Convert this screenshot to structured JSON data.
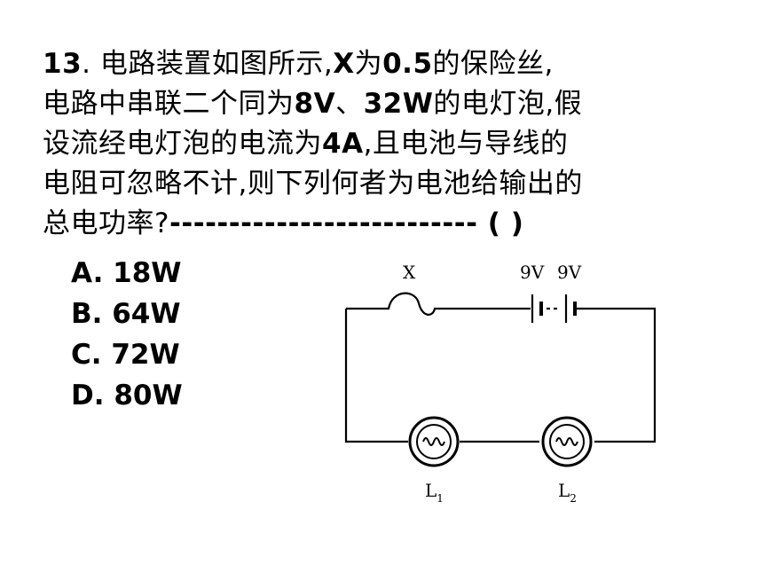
{
  "question": {
    "number": "13",
    "line1_a": ". 电路装置如图所示,",
    "line1_b": "X",
    "line1_c": "为",
    "line1_d": "0.5",
    "line1_e": "的保险丝,",
    "line2_a": "电路中串联二个同为",
    "line2_b": "8V",
    "line2_c": "、",
    "line2_d": "32W",
    "line2_e": "的电灯泡,假",
    "line3_a": "设流经电灯泡的电流为",
    "line3_b": "4A",
    "line3_c": ",且电池与导线的",
    "line4": "电阻可忽略不计,则下列何者为电池给输出的",
    "line5_a": "总电功率?",
    "line5_b": "-------------------------- (      )"
  },
  "options": [
    {
      "letter": "A",
      "value": "18W"
    },
    {
      "letter": "B",
      "value": "64W"
    },
    {
      "letter": "C",
      "value": "72W"
    },
    {
      "letter": "D",
      "value": "80W"
    }
  ],
  "circuit": {
    "fuse_label": "X",
    "battery1_label": "9V",
    "battery2_label": "9V",
    "lamp1_label": "L",
    "lamp1_sub": "1",
    "lamp2_label": "L",
    "lamp2_sub": "2"
  }
}
